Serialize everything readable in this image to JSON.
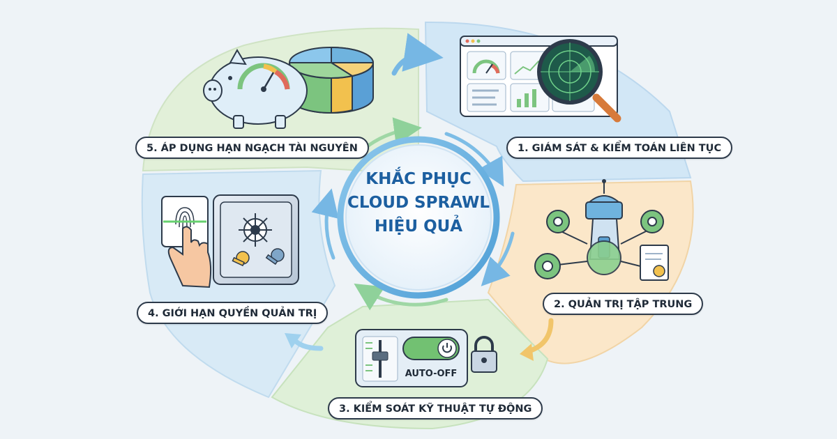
{
  "center": {
    "line1": "KHẮC PHỤC",
    "line2": "CLOUD SPRAWL",
    "line3": "HIỆU QUẢ"
  },
  "steps": [
    {
      "label": "1. GIÁM SÁT & KIỂM TOÁN LIÊN TỤC",
      "color": "#cfe6f6"
    },
    {
      "label": "2. QUẢN TRỊ TẬP TRUNG",
      "color": "#fbe6c8"
    },
    {
      "label": "3. KIỂM SOÁT KỸ THUẬT TỰ ĐỘNG",
      "color": "#dcefd6"
    },
    {
      "label": "4. GIỚI HẠN QUYỀN QUẢN TRỊ",
      "color": "#d6e9f5"
    },
    {
      "label": "5. ÁP DỤNG HẠN NGẠCH TÀI NGUYÊN",
      "color": "#e1f0d8"
    }
  ],
  "switch": {
    "label": "AUTO-OFF"
  },
  "icons": {
    "step1": [
      "dashboard-icon",
      "magnifier-radar-icon"
    ],
    "step2": [
      "control-tower-icon",
      "gear-icon",
      "certificate-icon"
    ],
    "step3": [
      "slider-icon",
      "power-toggle-icon",
      "padlock-icon"
    ],
    "step4": [
      "fingerprint-scanner-icon",
      "hand-icon",
      "safe-icon",
      "key-icon"
    ],
    "step5": [
      "piggy-bank-gauge-icon",
      "pie-chart-icon"
    ]
  }
}
